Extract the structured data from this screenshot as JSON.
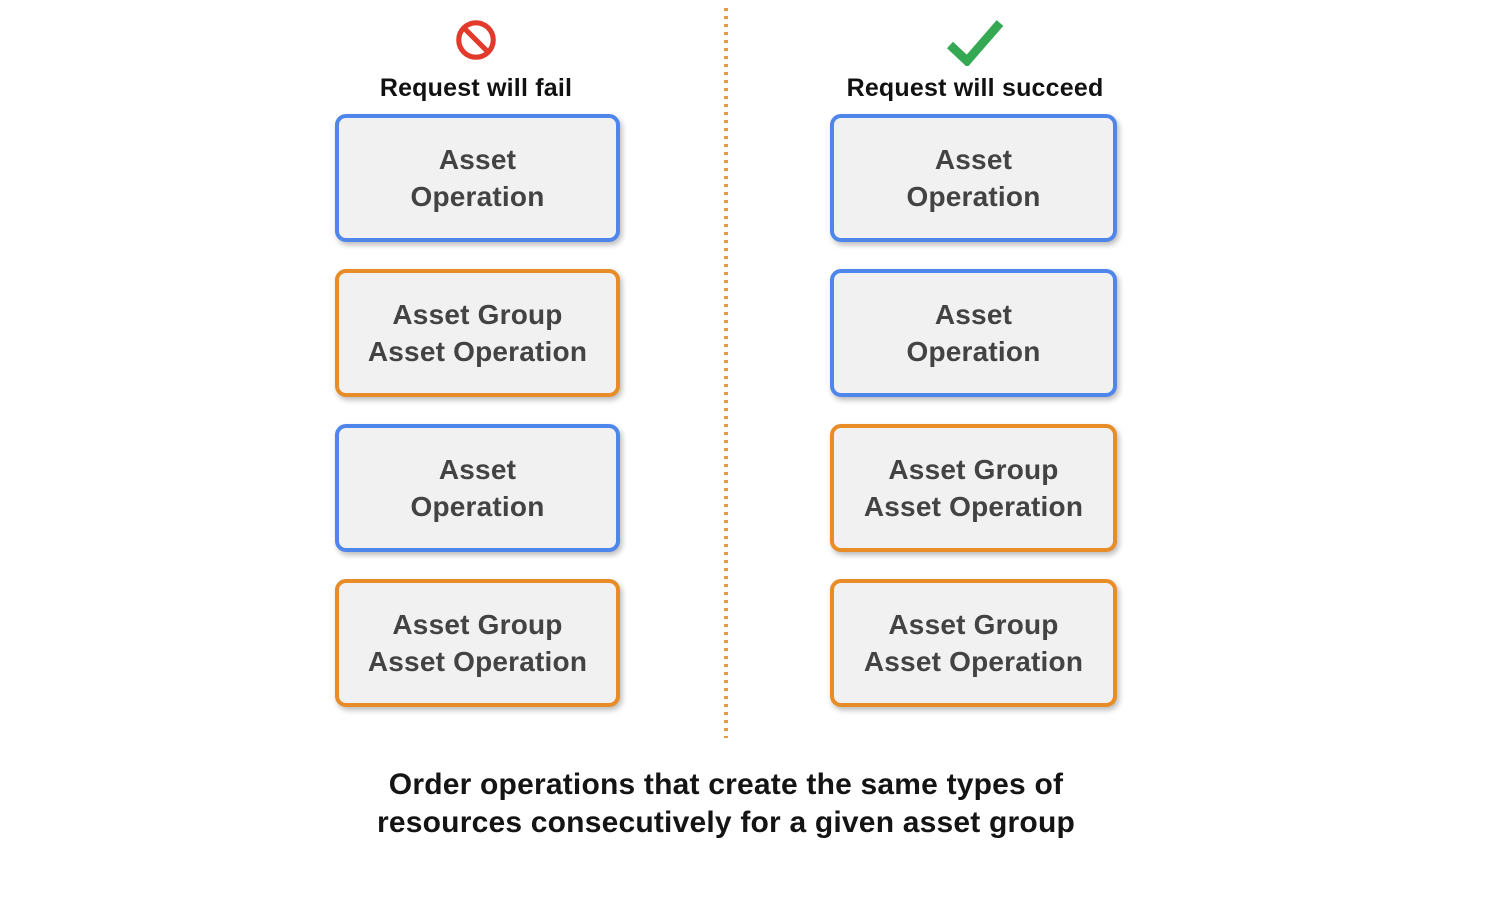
{
  "colors": {
    "asset_operation_blue": "#4E86EC",
    "asset_group_orange": "#E78C26",
    "box_background": "#F1F1F1",
    "box_text": "#434343",
    "fail_red": "#E23B2B",
    "success_green": "#34A853",
    "divider_orange": "#E89A3C",
    "heading_text": "#111111"
  },
  "columns": [
    {
      "id": "fail",
      "icon": "prohibited-icon",
      "title": "Request will fail",
      "boxes": [
        {
          "label": "Asset\nOperation",
          "type": "asset-operation",
          "border_color": "#4E86EC"
        },
        {
          "label": "Asset Group\nAsset Operation",
          "type": "asset-group-asset-operation",
          "border_color": "#E78C26"
        },
        {
          "label": "Asset\nOperation",
          "type": "asset-operation",
          "border_color": "#4E86EC"
        },
        {
          "label": "Asset Group\nAsset Operation",
          "type": "asset-group-asset-operation",
          "border_color": "#E78C26"
        }
      ]
    },
    {
      "id": "succeed",
      "icon": "checkmark-icon",
      "title": "Request will succeed",
      "boxes": [
        {
          "label": "Asset\nOperation",
          "type": "asset-operation",
          "border_color": "#4E86EC"
        },
        {
          "label": "Asset\nOperation",
          "type": "asset-operation",
          "border_color": "#4E86EC"
        },
        {
          "label": "Asset Group\nAsset Operation",
          "type": "asset-group-asset-operation",
          "border_color": "#E78C26"
        },
        {
          "label": "Asset Group\nAsset Operation",
          "type": "asset-group-asset-operation",
          "border_color": "#E78C26"
        }
      ]
    }
  ],
  "caption": "Order operations that create the same types of\nresources consecutively for a given asset group"
}
